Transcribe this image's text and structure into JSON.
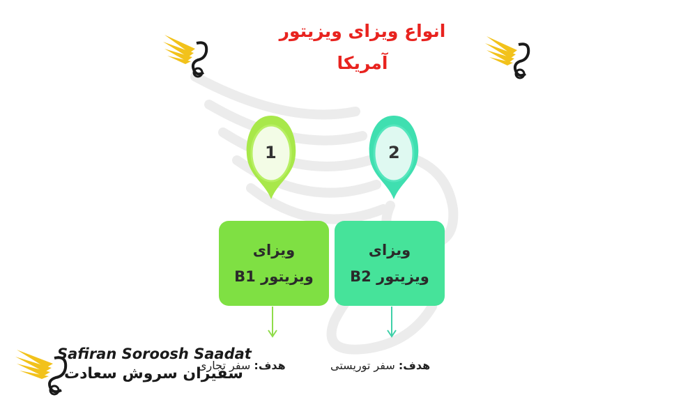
{
  "title": {
    "line1": "انواع ویزای ویزیتور",
    "line2": "آمریکا"
  },
  "items": [
    {
      "number": "1",
      "line1": "ویزای",
      "line2": "ویزیتور B1",
      "goal_label": "هدف:",
      "goal_value": "سفر تجاری",
      "color": "#7fe043"
    },
    {
      "number": "2",
      "line1": "ویزای",
      "line2": "ویزیتور B2",
      "goal_label": "هدف:",
      "goal_value": "سفر توریستی",
      "color": "#46e39a"
    }
  ],
  "brand": {
    "name_en": "Safiran Soroosh Saadat",
    "name_fa": "سفیران سروش سعادت"
  },
  "colors": {
    "title": "#e8231f",
    "wing_gold": "#f2c21b",
    "wing_dark": "#1a1a1a",
    "watermark": "#e6e6e6"
  },
  "icons": [
    "wing-logo-icon",
    "down-arrow-icon",
    "pin-marker-icon"
  ]
}
